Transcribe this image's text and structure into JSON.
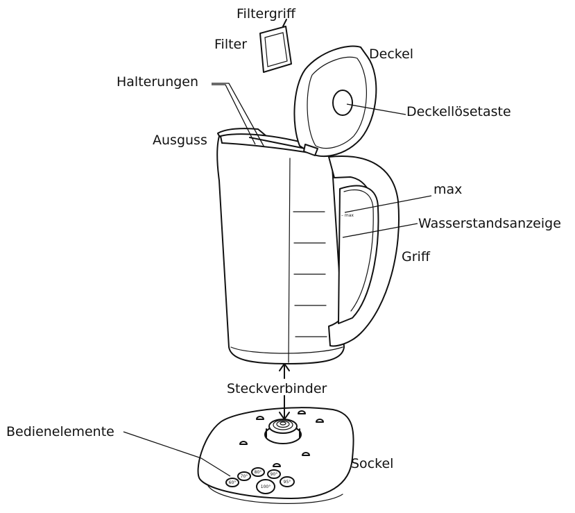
{
  "labels": {
    "filtergriff": "Filtergriff",
    "filter": "Filter",
    "deckel": "Deckel",
    "halterungen": "Halterungen",
    "deckelloesetaste": "Deckellösetaste",
    "ausguss": "Ausguss",
    "max": "max",
    "wasserstandsanzeige": "Wasserstandsanzeige",
    "griff": "Griff",
    "steckverbinder": "Steckverbinder",
    "bedienelemente": "Bedienelemente",
    "sockel": "Sockel"
  },
  "gauge": {
    "max_mark": "– max"
  },
  "buttons": {
    "b60": "60°",
    "b70": "70°",
    "b80": "80°",
    "b90": "90°",
    "b95": "95°",
    "b100": "100°"
  }
}
